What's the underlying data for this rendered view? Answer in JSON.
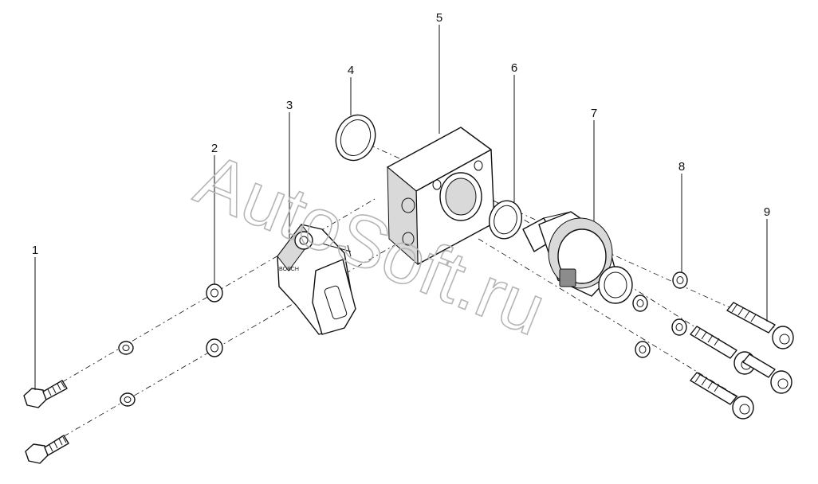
{
  "watermark": "AutoSoft.ru",
  "parts": [
    {
      "number": "1"
    },
    {
      "number": "2"
    },
    {
      "number": "3"
    },
    {
      "number": "4"
    },
    {
      "number": "5"
    },
    {
      "number": "6"
    },
    {
      "number": "7"
    },
    {
      "number": "8"
    },
    {
      "number": "9"
    }
  ]
}
